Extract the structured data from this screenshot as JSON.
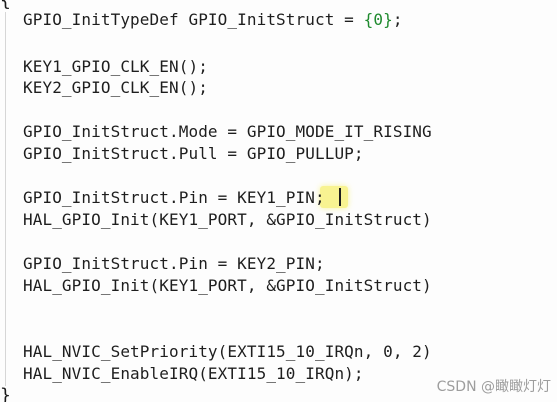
{
  "editor": {
    "brace_open": "{",
    "brace_close": "}",
    "lines": [
      {
        "text": "GPIO_InitTypeDef GPIO_InitStruct = {0};"
      },
      {
        "text": "KEY1_GPIO_CLK_EN();"
      },
      {
        "text": "KEY2_GPIO_CLK_EN();"
      },
      {
        "text": "GPIO_InitStruct.Mode = GPIO_MODE_IT_RISING"
      },
      {
        "text": "GPIO_InitStruct.Pull = GPIO_PULLUP;"
      },
      {
        "text": "GPIO_InitStruct.Pin = KEY1_PIN;"
      },
      {
        "text": "HAL_GPIO_Init(KEY1_PORT, &GPIO_InitStruct)"
      },
      {
        "text": "GPIO_InitStruct.Pin = KEY2_PIN;"
      },
      {
        "text": "HAL_GPIO_Init(KEY1_PORT, &GPIO_InitStruct)"
      },
      {
        "text": "HAL_NVIC_SetPriority(EXTI15_10_IRQn, 0, 2)"
      },
      {
        "text": "HAL_NVIC_EnableIRQ(EXTI15_10_IRQn);"
      }
    ]
  },
  "watermark": "CSDN @瞰瞰灯灯",
  "colors": {
    "text": "#1e1e1e",
    "literal": "#1f8a2e",
    "highlight": "#f6ee58"
  }
}
